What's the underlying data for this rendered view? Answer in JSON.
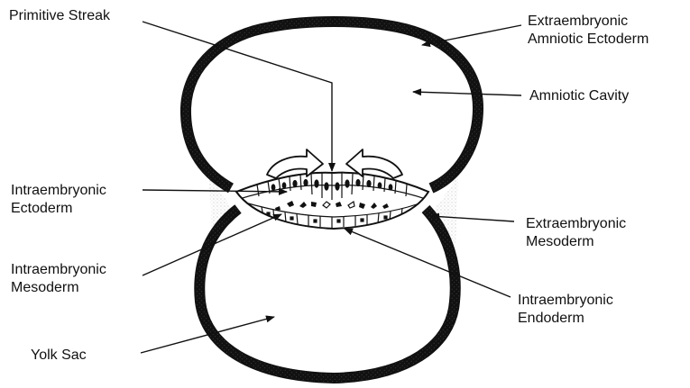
{
  "labels": {
    "primitive_streak": "Primitive Streak",
    "extraembryonic_amniotic_ectoderm": [
      "Extraembryonic",
      "Amniotic Ectoderm"
    ],
    "amniotic_cavity": "Amniotic Cavity",
    "intraembryonic_ectoderm": [
      "Intraembryonic",
      "Ectoderm"
    ],
    "extraembryonic_mesoderm": [
      "Extraembryonic",
      "Mesoderm"
    ],
    "intraembryonic_mesoderm": [
      "Intraembryonic",
      "Mesoderm"
    ],
    "intraembryonic_endoderm": [
      "Intraembryonic",
      "Endoderm"
    ],
    "yolk_sac": "Yolk Sac"
  },
  "colors": {
    "ink": "#111111",
    "stipple": "#b9b9b9",
    "background": "#ffffff"
  }
}
